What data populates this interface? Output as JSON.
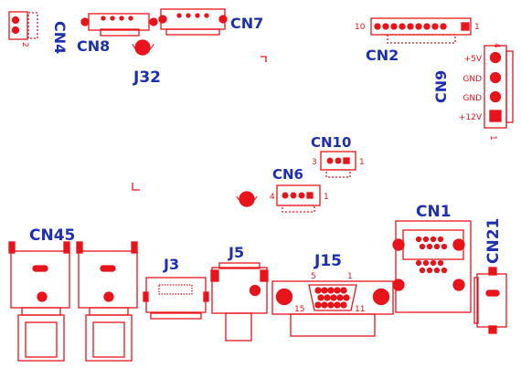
{
  "colors": {
    "silkscreen": "#e8141b",
    "label": "#1e2fb0",
    "background": "#ffffff"
  },
  "components": {
    "cn4": "CN4",
    "cn8": "CN8",
    "cn7": "CN7",
    "j32": "J32",
    "cn2": "CN2",
    "cn9": "CN9",
    "cn10": "CN10",
    "cn6": "CN6",
    "cn45": "CN45",
    "j3": "J3",
    "j5": "J5",
    "j15": "J15",
    "cn1": "CN1",
    "cn21": "CN21"
  },
  "pin_labels": {
    "cn4_pin": "2",
    "cn2_left": "10",
    "cn2_right": "1",
    "cn9_top": "4",
    "cn9_bottom": "1",
    "cn9_plus5v": "+5V",
    "cn9_gnd1": "GND",
    "cn9_gnd2": "GND",
    "cn9_plus12v": "+12V",
    "cn10_left": "3",
    "cn10_right": "1",
    "cn6_left": "4",
    "cn6_right": "1",
    "j15_5": "5",
    "j15_1": "1",
    "j15_15": "15",
    "j15_11": "11"
  }
}
